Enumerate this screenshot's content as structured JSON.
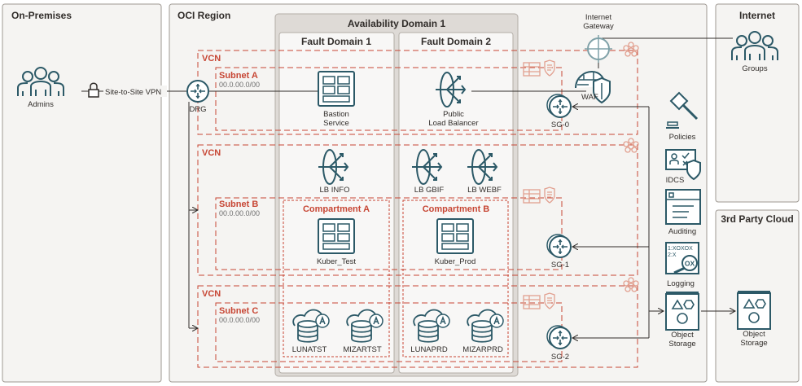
{
  "panels": {
    "on_premises": "On-Premises",
    "oci_region": "OCI Region",
    "availability_domain": "Availability Domain 1",
    "fault_domain_1": "Fault Domain 1",
    "fault_domain_2": "Fault Domain 2",
    "internet": "Internet",
    "third_party_cloud": "3rd Party Cloud"
  },
  "on_premises": {
    "admins": "Admins",
    "vpn": "Site-to-Site VPN"
  },
  "vcns": [
    {
      "label": "VCN",
      "subnet": "Subnet A",
      "cidr": "00.0.00.0/00"
    },
    {
      "label": "VCN",
      "subnet": "Subnet B",
      "cidr": "00.0.00.0/00"
    },
    {
      "label": "VCN",
      "subnet": "Subnet C",
      "cidr": "00.0.00.0/00"
    }
  ],
  "nodes": {
    "drg": "DRG",
    "bastion_1": "Bastion",
    "bastion_2": "Service",
    "plb_1": "Public",
    "plb_2": "Load Balancer",
    "igw_1": "Internet",
    "igw_2": "Gateway",
    "waf": "WAF",
    "sg0": "SG-0",
    "sg1": "SG-1",
    "sg2": "SG-2",
    "lb_info": "LB INFO",
    "lb_gbif": "LB GBIF",
    "lb_webf": "LB WEBF",
    "compartment_a": "Compartment A",
    "compartment_b": "Compartment B",
    "kuber_test": "Kuber_Test",
    "kuber_prod": "Kuber_Prod",
    "db_lunatst": "LUNATST",
    "db_mizartst": "MIZARTST",
    "db_lunaprd": "LUNAPRD",
    "db_mizarprd": "MIZARPRD"
  },
  "services": {
    "policies": "Policies",
    "idcs": "IDCS",
    "auditing": "Auditing",
    "logging": "Logging",
    "logging_text_1": "1:XOXOX",
    "logging_text_2": "2:X",
    "logging_ox": "OX",
    "object_storage_1": "Object",
    "object_storage_2": "Storage"
  },
  "internet": {
    "groups": "Groups"
  },
  "third_party": {
    "object_storage_1": "Object",
    "object_storage_2": "Storage"
  },
  "colors": {
    "accent": "#c74634",
    "icon": "#2c5967",
    "panel": "#f5f4f2"
  }
}
